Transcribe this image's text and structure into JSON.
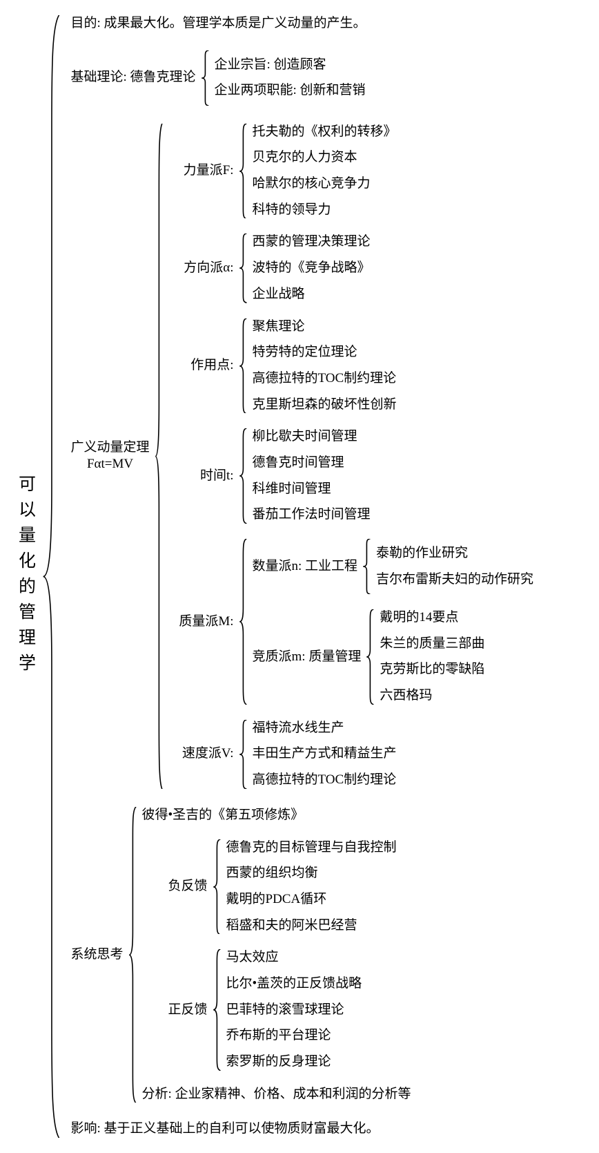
{
  "colors": {
    "background": "#ffffff",
    "text": "#000000",
    "line": "#000000"
  },
  "root": {
    "label": "可以量化的管理学",
    "children": [
      {
        "label": "目的: 成果最大化。管理学本质是广义动量的产生。"
      },
      {
        "label": "基础理论: 德鲁克理论",
        "children": [
          {
            "label": "企业宗旨: 创造顾客"
          },
          {
            "label": "企业两项职能: 创新和营销"
          }
        ]
      },
      {
        "label": "广义动量定理\nFαt=MV",
        "children": [
          {
            "label": "力量派F:",
            "children": [
              {
                "label": "托夫勒的《权利的转移》"
              },
              {
                "label": "贝克尔的人力资本"
              },
              {
                "label": "哈默尔的核心竞争力"
              },
              {
                "label": "科特的领导力"
              }
            ]
          },
          {
            "label": "方向派α:",
            "children": [
              {
                "label": "西蒙的管理决策理论"
              },
              {
                "label": "波特的《竞争战略》"
              },
              {
                "label": "企业战略"
              }
            ]
          },
          {
            "label": "作用点:",
            "children": [
              {
                "label": "聚焦理论"
              },
              {
                "label": "特劳特的定位理论"
              },
              {
                "label": "高德拉特的TOC制约理论"
              },
              {
                "label": "克里斯坦森的破坏性创新"
              }
            ]
          },
          {
            "label": "时间t:",
            "children": [
              {
                "label": "柳比歇夫时间管理"
              },
              {
                "label": "德鲁克时间管理"
              },
              {
                "label": "科维时间管理"
              },
              {
                "label": "番茄工作法时间管理"
              }
            ]
          },
          {
            "label": "质量派M:",
            "children": [
              {
                "label": "数量派n: 工业工程",
                "children": [
                  {
                    "label": "泰勒的作业研究"
                  },
                  {
                    "label": "吉尔布雷斯夫妇的动作研究"
                  }
                ]
              },
              {
                "label": "竞质派m: 质量管理",
                "children": [
                  {
                    "label": "戴明的14要点"
                  },
                  {
                    "label": "朱兰的质量三部曲"
                  },
                  {
                    "label": "克劳斯比的零缺陷"
                  },
                  {
                    "label": "六西格玛"
                  }
                ]
              }
            ]
          },
          {
            "label": "速度派V:",
            "children": [
              {
                "label": "福特流水线生产"
              },
              {
                "label": "丰田生产方式和精益生产"
              },
              {
                "label": "高德拉特的TOC制约理论"
              }
            ]
          }
        ]
      },
      {
        "label": "系统思考",
        "children": [
          {
            "label": "彼得•圣吉的《第五项修炼》"
          },
          {
            "label": "负反馈",
            "children": [
              {
                "label": "德鲁克的目标管理与自我控制"
              },
              {
                "label": "西蒙的组织均衡"
              },
              {
                "label": "戴明的PDCA循环"
              },
              {
                "label": "稻盛和夫的阿米巴经营"
              }
            ]
          },
          {
            "label": "正反馈",
            "children": [
              {
                "label": "马太效应"
              },
              {
                "label": "比尔•盖茨的正反馈战略"
              },
              {
                "label": "巴菲特的滚雪球理论"
              },
              {
                "label": "乔布斯的平台理论"
              },
              {
                "label": "索罗斯的反身理论"
              }
            ]
          },
          {
            "label": "分析: 企业家精神、价格、成本和利润的分析等"
          }
        ]
      },
      {
        "label": "影响: 基于正义基础上的自利可以使物质财富最大化。"
      }
    ]
  }
}
